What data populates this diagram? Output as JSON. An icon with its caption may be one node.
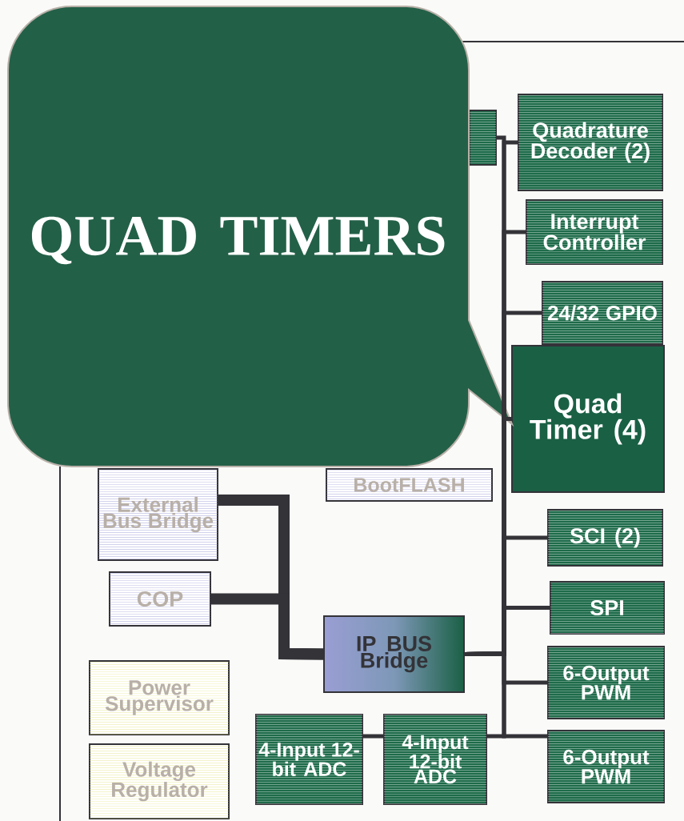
{
  "diagram": {
    "nodes": [
      {
        "text": [
          "QUAD TIMERS"
        ]
      },
      {
        "text": [],
        "shape": "box"
      },
      {
        "text": [
          "Quadrature Decoder (2)"
        ]
      },
      {
        "text": [
          "Interrupt Controller"
        ]
      },
      {
        "text": [
          "24/32 GPIO"
        ]
      },
      {
        "text": [
          "Quad Timer (4)"
        ]
      },
      {
        "text": [
          "External Bus Bridge"
        ]
      },
      {
        "text": [
          "BootFLASH"
        ]
      },
      {
        "text": [
          "COP"
        ]
      },
      {
        "text": [
          "IP BUS Bridge"
        ]
      },
      {
        "text": [
          "SCI (2)"
        ]
      },
      {
        "text": [
          "SPI"
        ]
      },
      {
        "text": [
          "6-Output PWM"
        ]
      },
      {
        "text": [
          "6-Output PWM"
        ]
      },
      {
        "text": [
          "Power Supervisor"
        ]
      },
      {
        "text": [
          "Voltage Regulator"
        ]
      },
      {
        "text": [
          "4-Input 12-bit ADC"
        ]
      },
      {
        "text": [
          "4-Input 12-bit ADC"
        ]
      }
    ],
    "edges": [
      {
        "from": 9,
        "to": 1,
        "arrow": "none"
      },
      {
        "from": 9,
        "to": 2,
        "arrow": "none"
      },
      {
        "from": 9,
        "to": 3,
        "arrow": "none"
      },
      {
        "from": 9,
        "to": 4,
        "arrow": "none"
      },
      {
        "from": 9,
        "to": 5,
        "arrow": "none"
      },
      {
        "from": 9,
        "to": 10,
        "arrow": "none"
      },
      {
        "from": 9,
        "to": 11,
        "arrow": "none"
      },
      {
        "from": 9,
        "to": 12,
        "arrow": "none"
      },
      {
        "from": 9,
        "to": 13,
        "arrow": "none"
      },
      {
        "from": 9,
        "to": 17,
        "arrow": "none"
      },
      {
        "from": 16,
        "to": 17,
        "arrow": "none"
      },
      {
        "from": 6,
        "to": 9,
        "arrow": "none",
        "style": "thick"
      },
      {
        "from": 8,
        "to": 9,
        "arrow": "none",
        "style": "thick"
      }
    ]
  }
}
